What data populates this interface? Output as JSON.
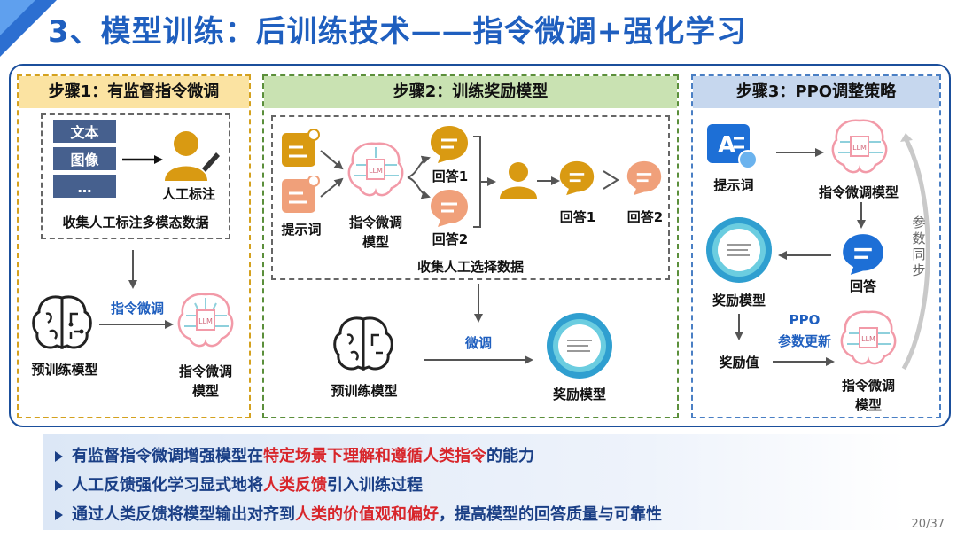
{
  "title": "3、模型训练：后训练技术——指令微调+强化学习",
  "step1": {
    "header": "步骤1：有监督指令微调",
    "stack": [
      "文本",
      "图像",
      "…"
    ],
    "annotator": "人工标注",
    "collect": "收集人工标注多模态数据",
    "arrow_label": "指令微调",
    "pretrained": "预训练模型",
    "tuned_line1": "指令微调",
    "tuned_line2": "模型"
  },
  "step2": {
    "header": "步骤2：训练奖励模型",
    "prompt": "提示词",
    "model_line1": "指令微调",
    "model_line2": "模型",
    "answer_a": "回答1",
    "answer_b": "回答2",
    "rank_answer_a": "回答1",
    "rank_answer_b": "回答2",
    "collect": "收集人工选择数据",
    "arrow_label": "微调",
    "pretrained": "预训练模型",
    "reward_model": "奖励模型"
  },
  "step3": {
    "header": "步骤3：PPO调整策略",
    "prompt": "提示词",
    "tuned_model": "指令微调模型",
    "answer": "回答",
    "reward_model": "奖励模型",
    "ppo_line1": "PPO",
    "ppo_line2": "参数更新",
    "reward_value": "奖励值",
    "final_line1": "指令微调",
    "final_line2": "模型",
    "sync": [
      "参",
      "数",
      "同",
      "步"
    ]
  },
  "bullets": [
    {
      "pre": "有监督指令微调增强模型在",
      "hi": "特定场景下理解和遵循人类指令",
      "post": "的能力"
    },
    {
      "pre": "人工反馈强化学习显式地将",
      "hi": "人类反馈",
      "post": "引入训练过程"
    },
    {
      "pre": "通过人类反馈将模型输出对齐到",
      "hi": "人类的价值观和偏好",
      "post": "，提高模型的回答质量与可靠性"
    }
  ],
  "page_number": "20/37",
  "colors": {
    "title": "#1f5fbf",
    "step1": "#d4a11e",
    "step2": "#5b8f3b",
    "step3": "#4a7fc4",
    "highlight": "#d8262b"
  }
}
